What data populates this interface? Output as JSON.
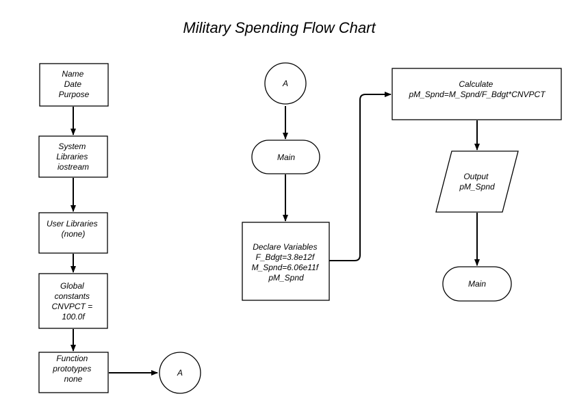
{
  "title": "Military Spending Flow Chart",
  "nodes": {
    "header": [
      "Name",
      "Date",
      "Purpose"
    ],
    "system_libraries": [
      "System",
      "Libraries",
      "iostream"
    ],
    "user_libraries": [
      "User Libraries",
      "(none)"
    ],
    "global_constants": [
      "Global",
      "constants",
      "CNVPCT =",
      "100.0f"
    ],
    "function_prototypes": [
      "Function",
      "prototypes",
      "none"
    ],
    "connector_out": [
      "A"
    ],
    "connector_in": [
      "A"
    ],
    "main_start": [
      "Main"
    ],
    "declare_variables": [
      "Declare Variables",
      "F_Bdgt=3.8e12f",
      "M_Spnd=6.06e11f",
      "pM_Spnd"
    ],
    "calculate": [
      "Calculate",
      "pM_Spnd=M_Spnd/F_Bdgt*CNVPCT"
    ],
    "output": [
      "Output",
      "pM_Spnd"
    ],
    "main_end": [
      "Main"
    ]
  },
  "colors": {
    "stroke": "#000000",
    "fill": "#ffffff",
    "text": "#000000"
  }
}
